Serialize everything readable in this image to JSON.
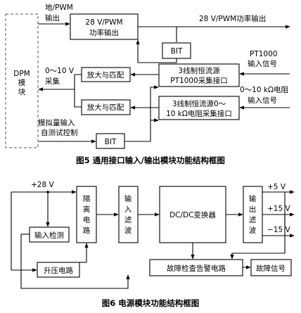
{
  "fig5": {
    "caption": "图5   通用接口输入/输出模块功能结构框图",
    "dpm": [
      "DPM",
      "模",
      "块"
    ],
    "pwm_in": [
      "地/PWM",
      "输出"
    ],
    "power_box": [
      "28 V/PWM",
      "功率输出"
    ],
    "pwm_out": "28 V/PWM功率输出",
    "bit1": "BIT",
    "pt1000_in": [
      "PT1000",
      "输入信号"
    ],
    "amp1": "放大与匹配",
    "src1": [
      "3线制恒流源",
      "PT1000采集接口"
    ],
    "collect": [
      "0～10 V",
      "采集"
    ],
    "res_in": [
      "0～10 kΩ电阻",
      "输入信号"
    ],
    "amp2": "放大与匹配",
    "src2": [
      "3线制恒流源0～",
      "10 kΩ电阻采集接口"
    ],
    "analog": [
      "模拟量输入",
      "自测试控制"
    ],
    "bit2": "BIT"
  },
  "fig6": {
    "caption": "图6   电源模块功能结构框图",
    "v28": "+28 V",
    "iso": [
      "隔",
      "离",
      "电",
      "路"
    ],
    "infilt": [
      "输",
      "入",
      "滤",
      "波"
    ],
    "dcdc": "DC/DC变换器",
    "outfilt": [
      "输",
      "出",
      "滤",
      "波"
    ],
    "out1": "+5 V",
    "out2": "+15 V",
    "out3": "−15 V",
    "detect": "输入检测",
    "boost": "升压电路",
    "alarm": "故障检查告警电路",
    "fault": "故障信号"
  }
}
